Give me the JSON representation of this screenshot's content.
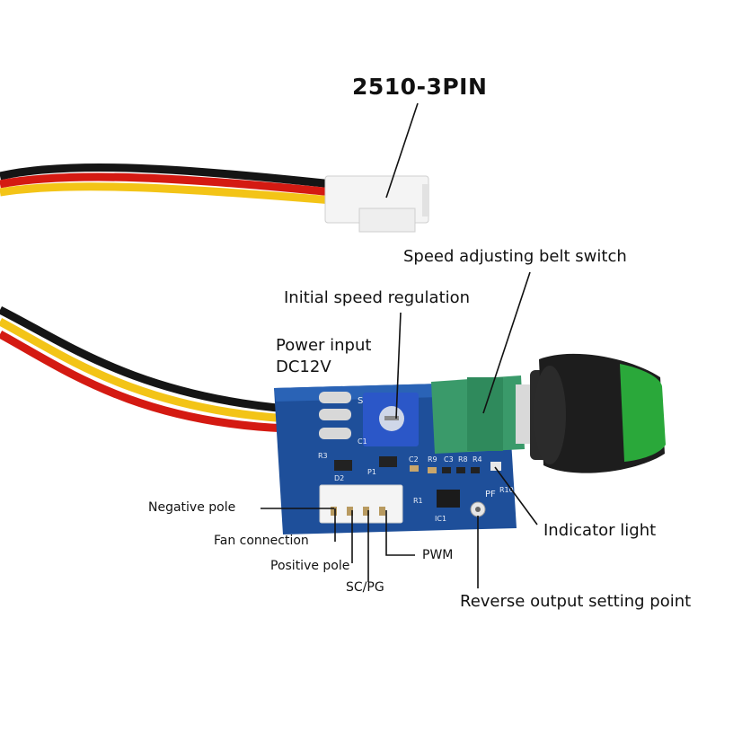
{
  "labels": {
    "connector": "2510-3PIN",
    "speed_switch": "Speed adjusting belt switch",
    "initial_speed": "Initial speed regulation",
    "power_input_line1": "Power input",
    "power_input_line2": "DC12V",
    "negative_pole": "Negative pole",
    "fan_connection": "Fan connection",
    "positive_pole": "Positive pole",
    "sc_pg": "SC/PG",
    "pwm": "PWM",
    "indicator_light": "Indicator light",
    "reverse_output": "Reverse output setting point"
  },
  "board_silkscreen": [
    "S",
    "C1",
    "R3",
    "D2",
    "P1",
    "C2",
    "R9",
    "C3",
    "R8",
    "R4",
    "R1",
    "R10",
    "PF",
    "IC1"
  ],
  "colors": {
    "pcb": "#1e4f9a",
    "wire_black": "#151515",
    "wire_red": "#d41a12",
    "wire_yellow": "#f3c417",
    "knob": "#1d1d1d",
    "knob_ring": "#2aa83a",
    "potentiometer_body": "#3a9a6a",
    "trimmer": "#2b57c8",
    "connector": "#f4f4f4"
  }
}
